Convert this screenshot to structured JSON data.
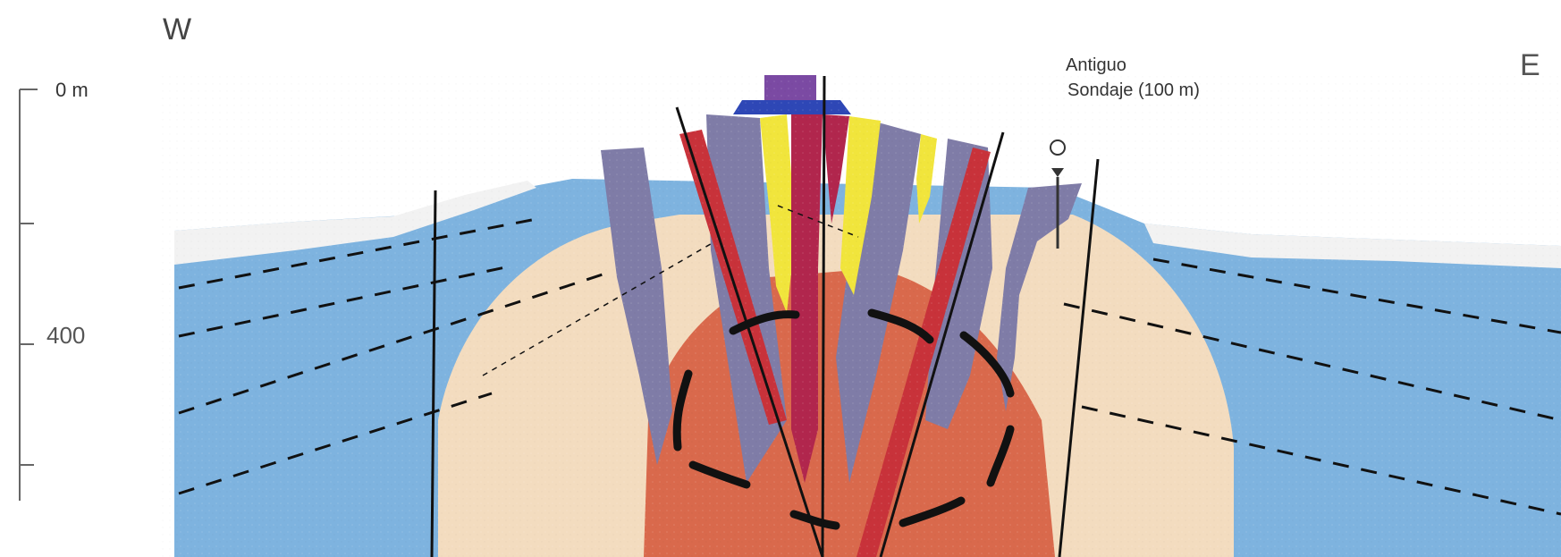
{
  "labels": {
    "west": "W",
    "east": "E",
    "depth_top": "0 m",
    "depth_mid": "400",
    "drillhole_line1": "Antiguo",
    "drillhole_line2": "Sondaje (100 m)"
  },
  "colors": {
    "host_blue": "#7eb3df",
    "halo_cream": "#f3dcbf",
    "intrusion_orange": "#d9694c",
    "porphyry_slate": "#7f7ca7",
    "dike_red": "#c8323a",
    "dike_magenta": "#b1264d",
    "vein_yellow": "#f1e53c",
    "cap_purple": "#7b4aa3",
    "cap_blue": "#2e47b6",
    "cover_white": "#f2f2f2",
    "fault_black": "#111111"
  }
}
